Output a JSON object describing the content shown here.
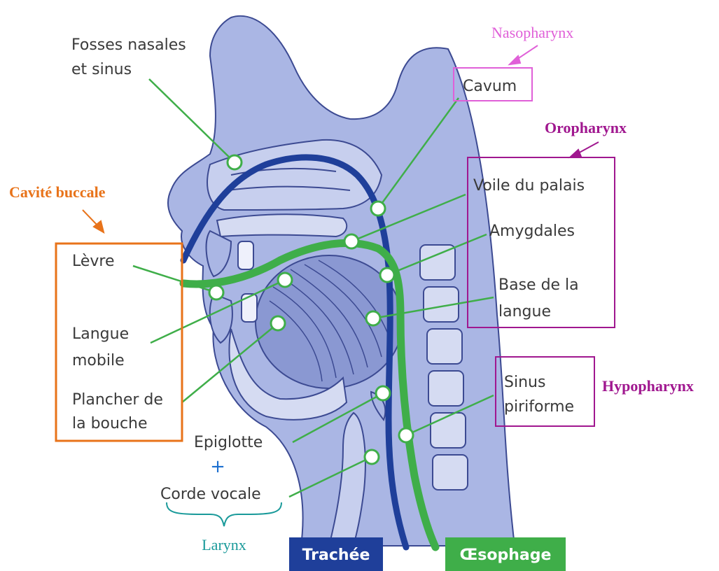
{
  "labels": {
    "fosses_nasales_1": "Fosses nasales",
    "fosses_nasales_2": "et sinus",
    "cavum": "Cavum",
    "voile": "Voile du palais",
    "amygdales": "Amygdales",
    "base_langue_1": "Base de la",
    "base_langue_2": "langue",
    "levre": "Lèvre",
    "langue_mobile_1": "Langue",
    "langue_mobile_2": "mobile",
    "plancher_1": "Plancher de",
    "plancher_2": "la bouche",
    "sinus_piriforme_1": "Sinus",
    "sinus_piriforme_2": "piriforme",
    "epiglotte": "Epiglotte",
    "plus": "+",
    "corde_vocale": "Corde vocale"
  },
  "regions": {
    "nasopharynx": "Nasopharynx",
    "oropharynx": "Oropharynx",
    "cavite_buccale": "Cavité buccale",
    "hypopharynx": "Hypopharynx",
    "larynx": "Larynx"
  },
  "legend": {
    "trachee": "Trachée",
    "oesophage": "Œsophage"
  },
  "colors": {
    "nasopharynx": "#e060d8",
    "oropharynx": "#a0178f",
    "cavite_buccale": "#e8731a",
    "larynx": "#1a9a9a",
    "plus": "#1b6fd0",
    "trachee": "#1f3f9a",
    "oesophage": "#3fae49",
    "leader": "#3fae49",
    "anatomy": "#6a7fc8"
  }
}
